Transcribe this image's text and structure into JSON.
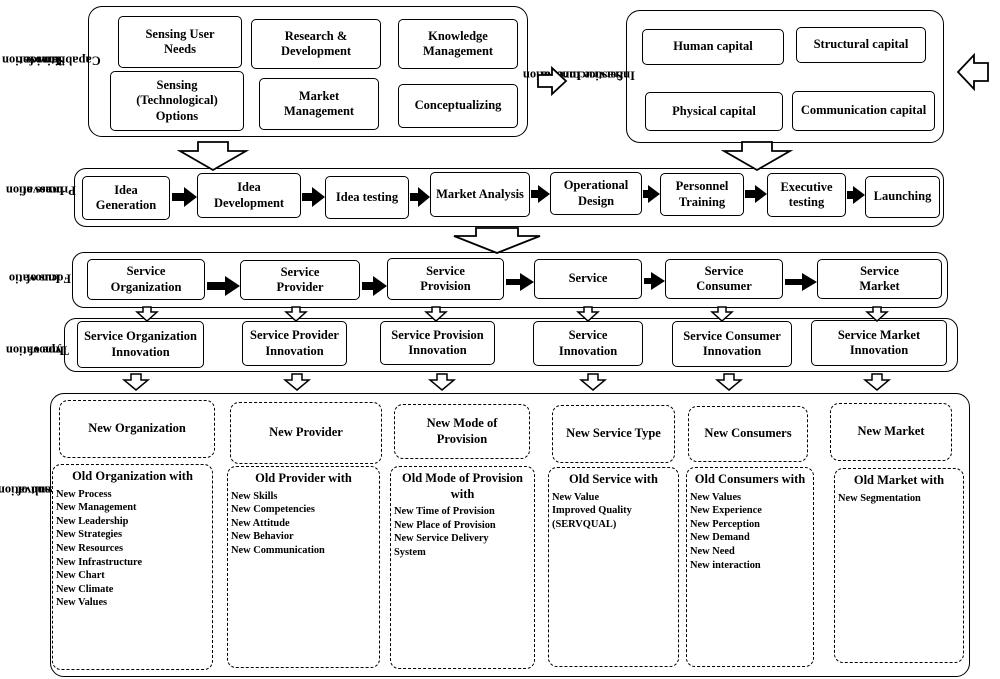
{
  "labels": {
    "capabilities": [
      "Capabilities for",
      "Service",
      "Innovation"
    ],
    "infrastructure": [
      "Infrastructure for",
      "Service Innovation"
    ],
    "process": [
      "Process of",
      "Innovation"
    ],
    "focus": [
      "Focus of",
      "Innovatio"
    ],
    "type": [
      "Type of",
      "Innovation"
    ],
    "result": [
      "Result of",
      "Innovation"
    ]
  },
  "capabilities": [
    "Sensing User Needs",
    "Research & Development",
    "Knowledge Management",
    "Sensing (Technological) Options",
    "Market Management",
    "Conceptualizing"
  ],
  "infrastructure": [
    "Human capital",
    "Structural capital",
    "Physical capital",
    "Communication capital"
  ],
  "process": [
    "Idea Generation",
    "Idea Development",
    "Idea testing",
    "Market Analysis",
    "Operational Design",
    "Personnel Training",
    "Executive testing",
    "Launching"
  ],
  "focus": [
    "Service Organization",
    "Service Provider",
    "Service Provision",
    "Service",
    "Service Consumer",
    "Service Market"
  ],
  "types": [
    "Service Organization Innovation",
    "Service Provider Innovation",
    "Service Provision Innovation",
    "Service Innovation",
    "Service Consumer Innovation",
    "Service Market Innovation"
  ],
  "results": [
    {
      "title": "New Organization",
      "heading": "Old Organization with",
      "items": [
        "New Process",
        "New Management",
        "New Leadership",
        "New Strategies",
        "New Resources",
        "New Infrastructure",
        "New Chart",
        "New Climate",
        "New Values"
      ]
    },
    {
      "title": "New Provider",
      "heading": "Old Provider with",
      "items": [
        "New Skills",
        "New Competencies",
        "New Attitude",
        "New Behavior",
        "New Communication"
      ]
    },
    {
      "title": "New Mode of Provision",
      "heading": "Old Mode of Provision with",
      "items": [
        "New Time of Provision",
        "New Place of Provision",
        "New Service Delivery",
        "System"
      ]
    },
    {
      "title": "New Service Type",
      "heading": "Old Service with",
      "items": [
        "New Value",
        "Improved Quality",
        "(SERVQUAL)"
      ]
    },
    {
      "title": "New Consumers",
      "heading": "Old Consumers with",
      "items": [
        "New Values",
        "New Experience",
        "New Perception",
        "New Demand",
        "New Need",
        "New interaction"
      ]
    },
    {
      "title": "New Market",
      "heading": "Old Market with",
      "items": [
        "New Segmentation"
      ]
    }
  ]
}
